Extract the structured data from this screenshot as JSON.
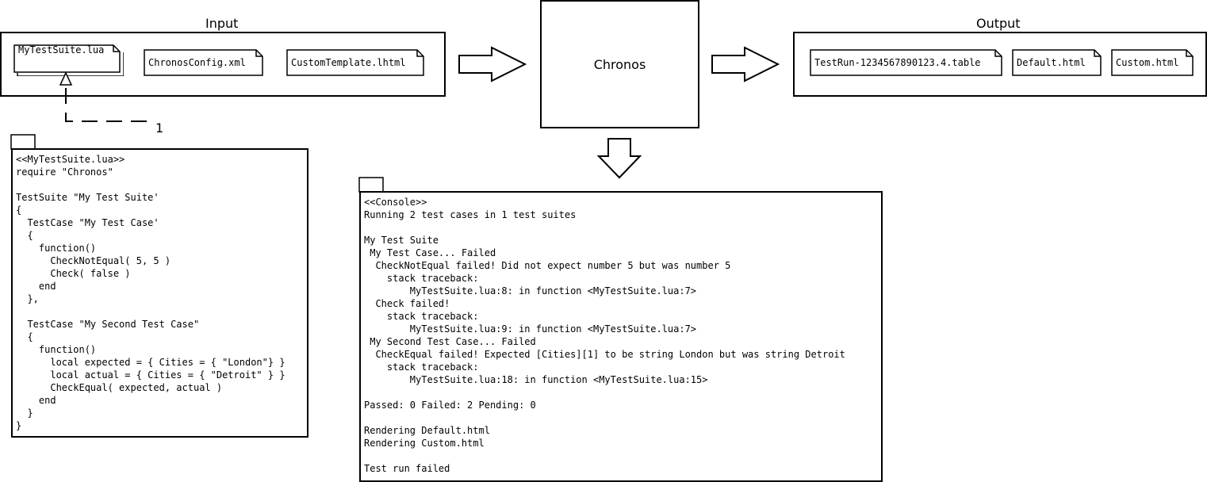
{
  "input": {
    "title": "Input",
    "files": {
      "suite": "MyTestSuite.lua",
      "config": "ChronosConfig.xml",
      "template": "CustomTemplate.lhtml"
    }
  },
  "processor": {
    "title": "Chronos"
  },
  "output": {
    "title": "Output",
    "files": {
      "table": "TestRun-1234567890123.4.table",
      "default": "Default.html",
      "custom": "Custom.html"
    }
  },
  "multiplicity": "1",
  "suite_source": {
    "lines": [
      "<<MyTestSuite.lua>>",
      "require \"Chronos\"",
      "",
      "TestSuite \"My Test Suite'",
      "{",
      "  TestCase \"My Test Case'",
      "  {",
      "    function()",
      "      CheckNotEqual( 5, 5 )",
      "      Check( false )",
      "    end",
      "  },",
      "",
      "  TestCase \"My Second Test Case\"",
      "  {",
      "    function()",
      "      local expected = { Cities = { \"London\"} }",
      "      local actual = { Cities = { \"Detroit\" } }",
      "      CheckEqual( expected, actual )",
      "    end",
      "  }",
      "}"
    ]
  },
  "console": {
    "lines": [
      "<<Console>>",
      "Running 2 test cases in 1 test suites",
      "",
      "My Test Suite",
      " My Test Case... Failed",
      "  CheckNotEqual failed! Did not expect number 5 but was number 5",
      "    stack traceback:",
      "        MyTestSuite.lua:8: in function <MyTestSuite.lua:7>",
      "  Check failed!",
      "    stack traceback:",
      "        MyTestSuite.lua:9: in function <MyTestSuite.lua:7>",
      " My Second Test Case... Failed",
      "  CheckEqual failed! Expected [Cities][1] to be string London but was string Detroit",
      "    stack traceback:",
      "        MyTestSuite.lua:18: in function <MyTestSuite.lua:15>",
      "",
      "Passed: 0 Failed: 2 Pending: 0",
      "",
      "Rendering Default.html",
      "Rendering Custom.html",
      "",
      "Test run failed"
    ]
  }
}
